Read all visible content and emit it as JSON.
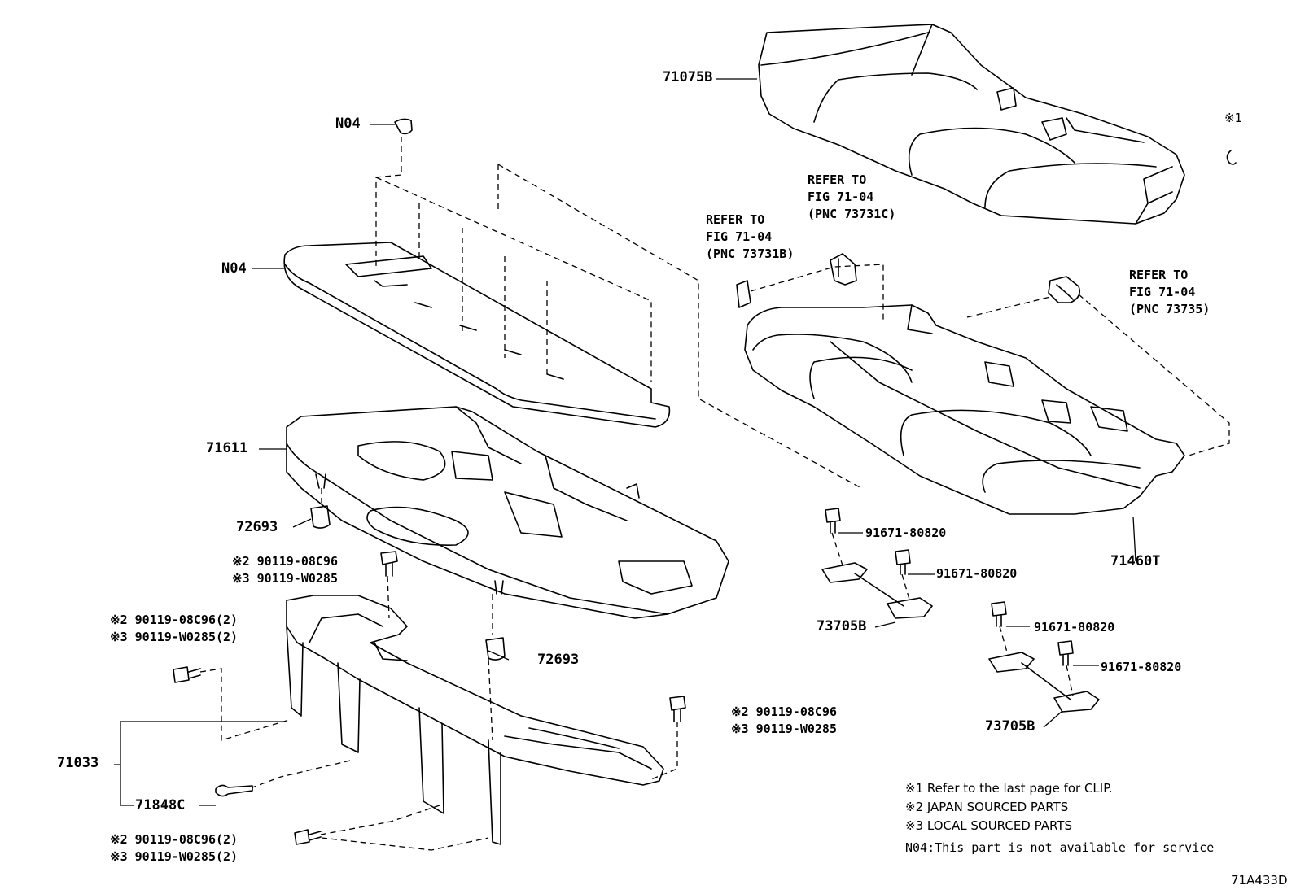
{
  "labels": {
    "p71075B": "71075B",
    "pN04_top": "N04",
    "pN04_mid": "N04",
    "p71611": "71611",
    "p72693_a": "72693",
    "p72693_b": "72693",
    "p71033": "71033",
    "p71848C": "71848C",
    "p71460T": "71460T",
    "p73705B_a": "73705B",
    "p73705B_b": "73705B",
    "p91671_a": "91671-80820",
    "p91671_b": "91671-80820",
    "p91671_c": "91671-80820",
    "p91671_d": "91671-80820",
    "clip_ref": "※1"
  },
  "bolt_groups": {
    "center": [
      "※2 90119-08C96",
      "※3 90119-W0285"
    ],
    "left_upper": [
      "※2 90119-08C96(2)",
      "※3 90119-W0285(2)"
    ],
    "left_lower": [
      "※2 90119-08C96(2)",
      "※3 90119-W0285(2)"
    ],
    "right": [
      "※2 90119-08C96",
      "※3 90119-W0285"
    ]
  },
  "refers": {
    "b": [
      "REFER TO",
      "FIG 71-04",
      "(PNC 73731B)"
    ],
    "c": [
      "REFER TO",
      "FIG 71-04",
      "(PNC 73731C)"
    ],
    "d": [
      "REFER TO",
      "FIG 71-04",
      "(PNC 73735)"
    ]
  },
  "notes": {
    "n1": "※1 Refer to the last page for CLIP.",
    "n2": "※2 JAPAN SOURCED PARTS",
    "n3": "※3 LOCAL SOURCED PARTS",
    "n4": "N04:This part is not available for service"
  },
  "figure_code": "71A433D"
}
